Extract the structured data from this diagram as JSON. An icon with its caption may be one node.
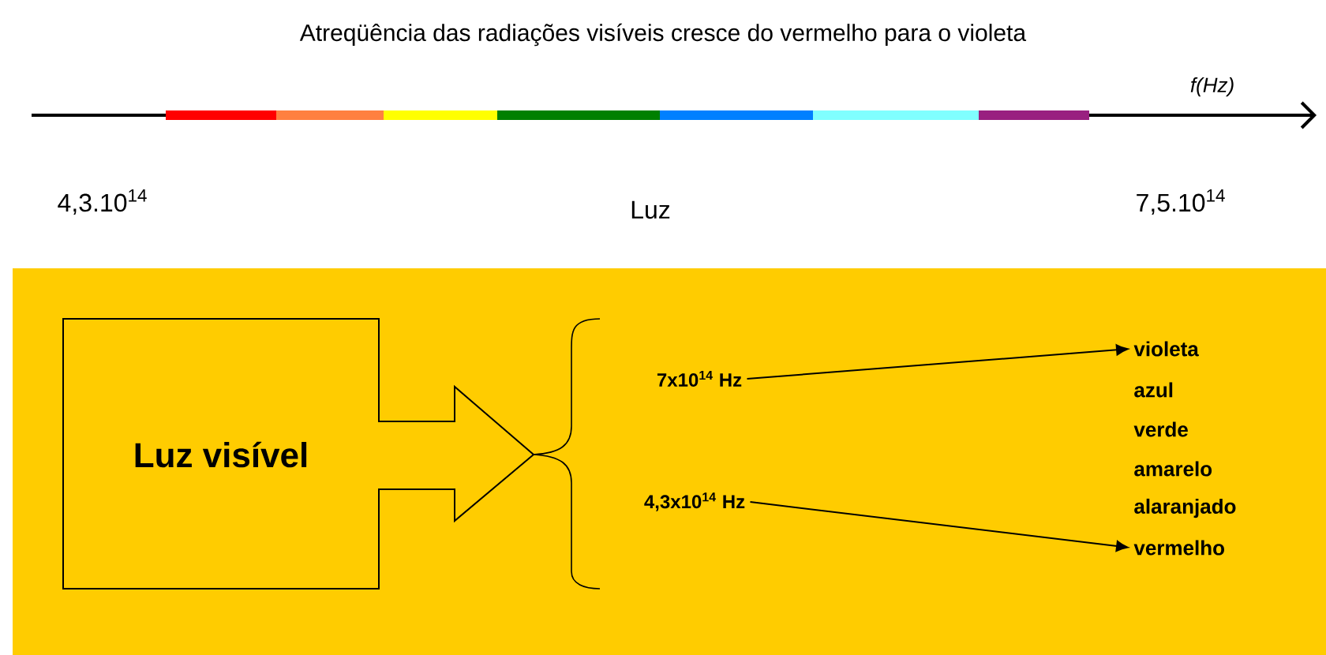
{
  "diagram": {
    "title": "Atreqüência das radiações visíveis cresce do vermelho para o violeta",
    "nodes": [
      {
        "text": [
          "Luz visível"
        ]
      },
      {
        "text": [
          "7x10$^{14}$ Hz"
        ]
      },
      {
        "text": [
          "4,3x10$^{14}$ Hz"
        ]
      },
      {
        "text": [
          "violeta"
        ]
      },
      {
        "text": [
          "azul"
        ]
      },
      {
        "text": [
          "verde"
        ]
      },
      {
        "text": [
          "amarelo"
        ]
      },
      {
        "text": [
          "alaranjado"
        ]
      },
      {
        "text": [
          "vermelho"
        ]
      }
    ],
    "edges": [
      {
        "from": 1,
        "to": 3,
        "arrow": "to"
      },
      {
        "from": 2,
        "to": 8,
        "arrow": "to"
      }
    ],
    "labels": [
      "f(Hz)",
      "4,3.10$^{14}$",
      "7,5.10$^{14}$",
      "Luz"
    ]
  }
}
